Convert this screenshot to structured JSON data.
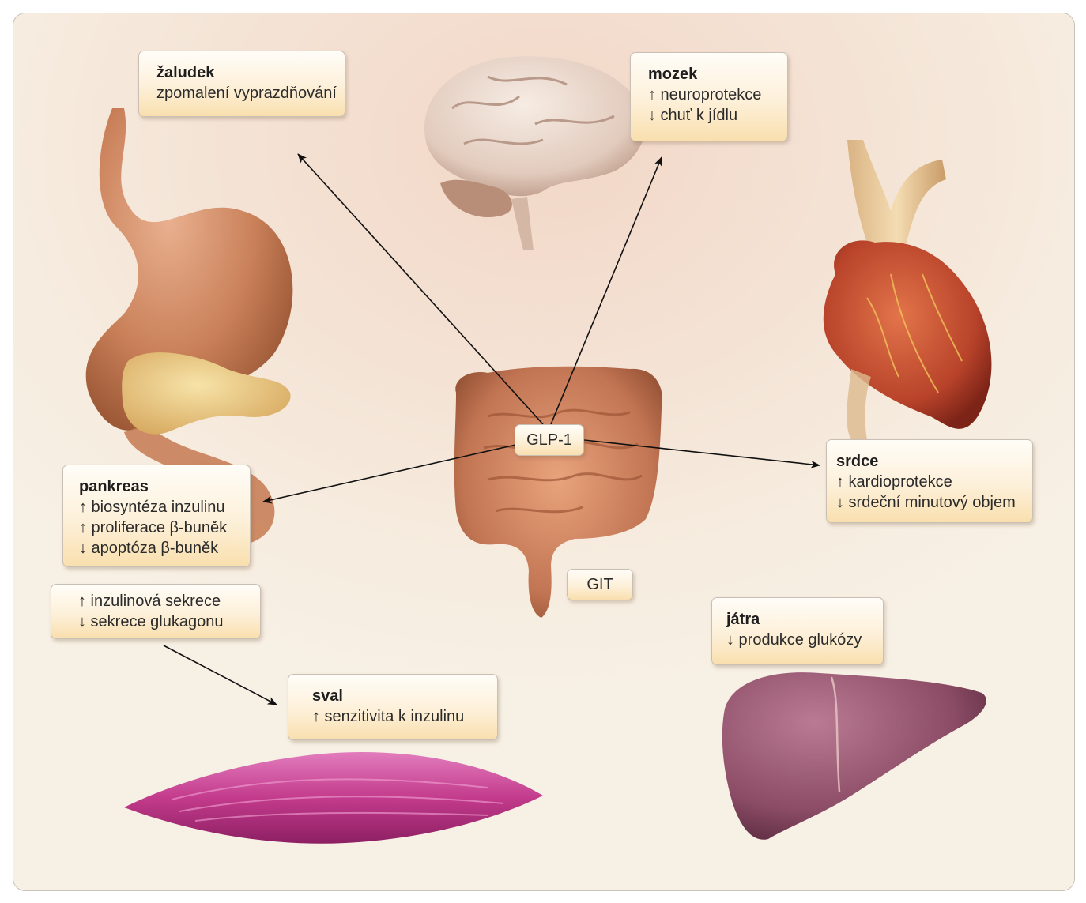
{
  "center_label": "GLP-1",
  "git_label": "GIT",
  "boxes": {
    "zaludek": {
      "title": "žaludek",
      "lines": [
        "zpomalení vyprazdňování"
      ]
    },
    "mozek": {
      "title": "mozek",
      "lines": [
        "↑ neuroprotekce",
        "↓ chuť k jídlu"
      ]
    },
    "srdce": {
      "title": "srdce",
      "lines": [
        "↑ kardioprotekce",
        "↓ srdeční minutový objem"
      ]
    },
    "pankreas": {
      "title": "pankreas",
      "lines": [
        "↑ biosyntéza inzulinu",
        "↑ proliferace β-buněk",
        "↓ apoptóza β-buněk"
      ]
    },
    "sekrece": {
      "lines": [
        "↑ inzulinová sekrece",
        "↓ sekrece glukagonu"
      ]
    },
    "sval": {
      "title": "sval",
      "lines": [
        "↑ senzitivita k inzulinu"
      ]
    },
    "jatra": {
      "title": "játra",
      "lines": [
        "↓ produkce glukózy"
      ]
    }
  },
  "organs": [
    "stomach",
    "pancreas",
    "brain",
    "heart",
    "intestine",
    "muscle",
    "liver"
  ],
  "colors": {
    "background": "#f4e3d5",
    "box_fill_top": "#fffdf8",
    "box_fill_bottom": "#f9dfae",
    "box_border": "#c9bfb4",
    "arrow": "#111111"
  }
}
